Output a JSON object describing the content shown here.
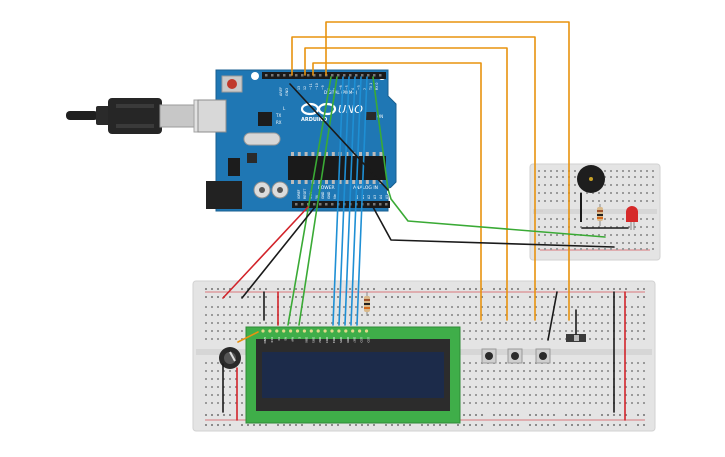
{
  "arduino": {
    "logo_text": "ARDUINO",
    "model_text": "UNO",
    "digital_label": "DIGITAL (PWM~)",
    "power_label": "POWER",
    "analog_label": "ANALOG IN",
    "aref_label": "AREF",
    "gnd_label": "GND",
    "tx_label": "TX",
    "rx_label": "RX",
    "l_label": "L",
    "on_label": "ON",
    "digital_pins": [
      "13",
      "12",
      "~11",
      "~10",
      "~9",
      "8",
      "7",
      "~6",
      "~5",
      "4",
      "~3",
      "2",
      "TX 1",
      "RX 0"
    ],
    "power_pins": [
      "IOREF",
      "RESET",
      "3.3V",
      "5V",
      "GND",
      "GND",
      "Vin"
    ],
    "analog_pins": [
      "A0",
      "A1",
      "A2",
      "A3",
      "A4",
      "A5"
    ]
  },
  "lcd": {
    "pin_labels": [
      "GND",
      "VCC",
      "V0",
      "RS",
      "RW",
      "E",
      "DB0",
      "DB1",
      "DB2",
      "DB3",
      "DB4",
      "DB5",
      "DB6",
      "DB7",
      "LED",
      "LED"
    ]
  },
  "colors": {
    "wire_orange": "#e8930f",
    "wire_green": "#3aaa35",
    "wire_blue": "#1e8fd4",
    "wire_black": "#1a1a1a",
    "wire_red": "#d2232a",
    "board_blue": "#1f77b4",
    "lcd_green": "#3fae49",
    "lcd_screen": "#1c2b4a",
    "breadboard": "#e6e6e6"
  }
}
